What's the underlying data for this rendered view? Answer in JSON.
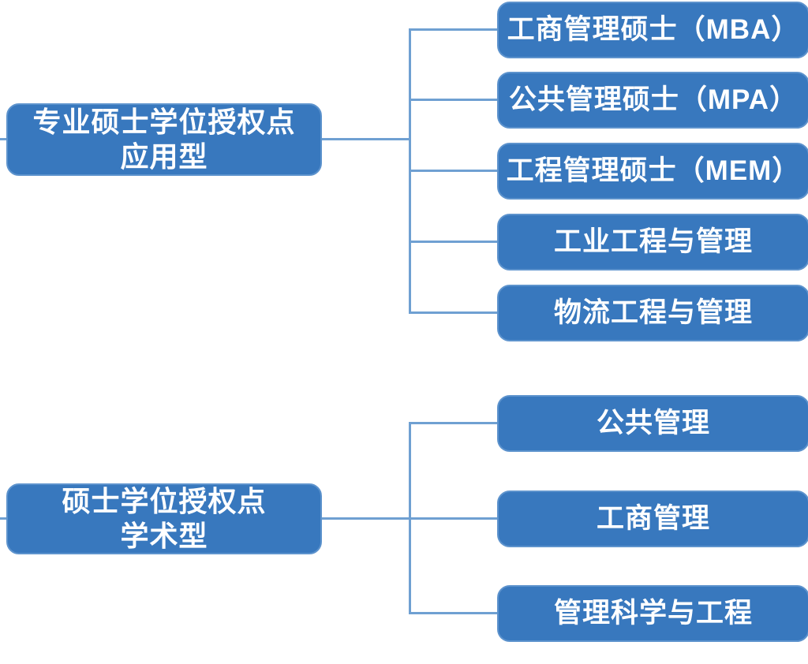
{
  "diagram": {
    "title": "",
    "groups": [
      {
        "parent": {
          "line1": "专业硕士学位授权点",
          "line2": "应用型"
        },
        "children": [
          "工商管理硕士（MBA）",
          "公共管理硕士（MPA）",
          "工程管理硕士（MEM）",
          "工业工程与管理",
          "物流工程与管理"
        ]
      },
      {
        "parent": {
          "line1": "硕士学位授权点",
          "line2": "学术型"
        },
        "children": [
          "公共管理",
          "工商管理",
          "管理科学与工程"
        ]
      }
    ],
    "colors": {
      "node_fill": "#3878be",
      "node_border": "#5d93cd",
      "connector": "#6fa0d2",
      "text": "#ffffff"
    }
  }
}
